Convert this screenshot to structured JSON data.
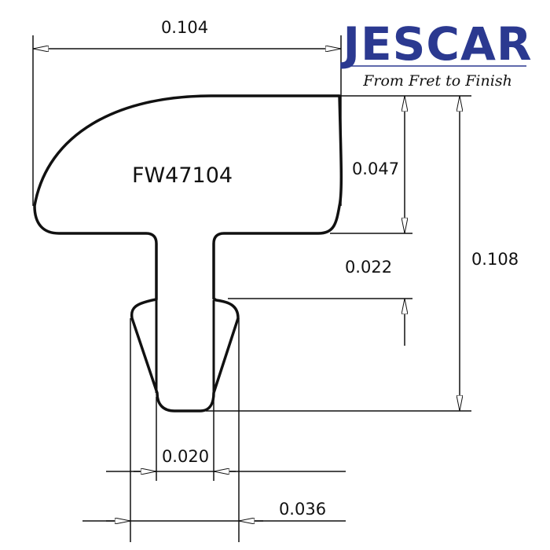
{
  "logo": {
    "brand": "JESCAR",
    "tagline": "From Fret to Finish",
    "color": "#2b3990"
  },
  "part_number": "FW47104",
  "dimensions": {
    "overall_width": "0.104",
    "crown_height": "0.047",
    "shoulder_height": "0.022",
    "total_height": "0.108",
    "tang_width": "0.020",
    "barb_width": "0.036"
  }
}
